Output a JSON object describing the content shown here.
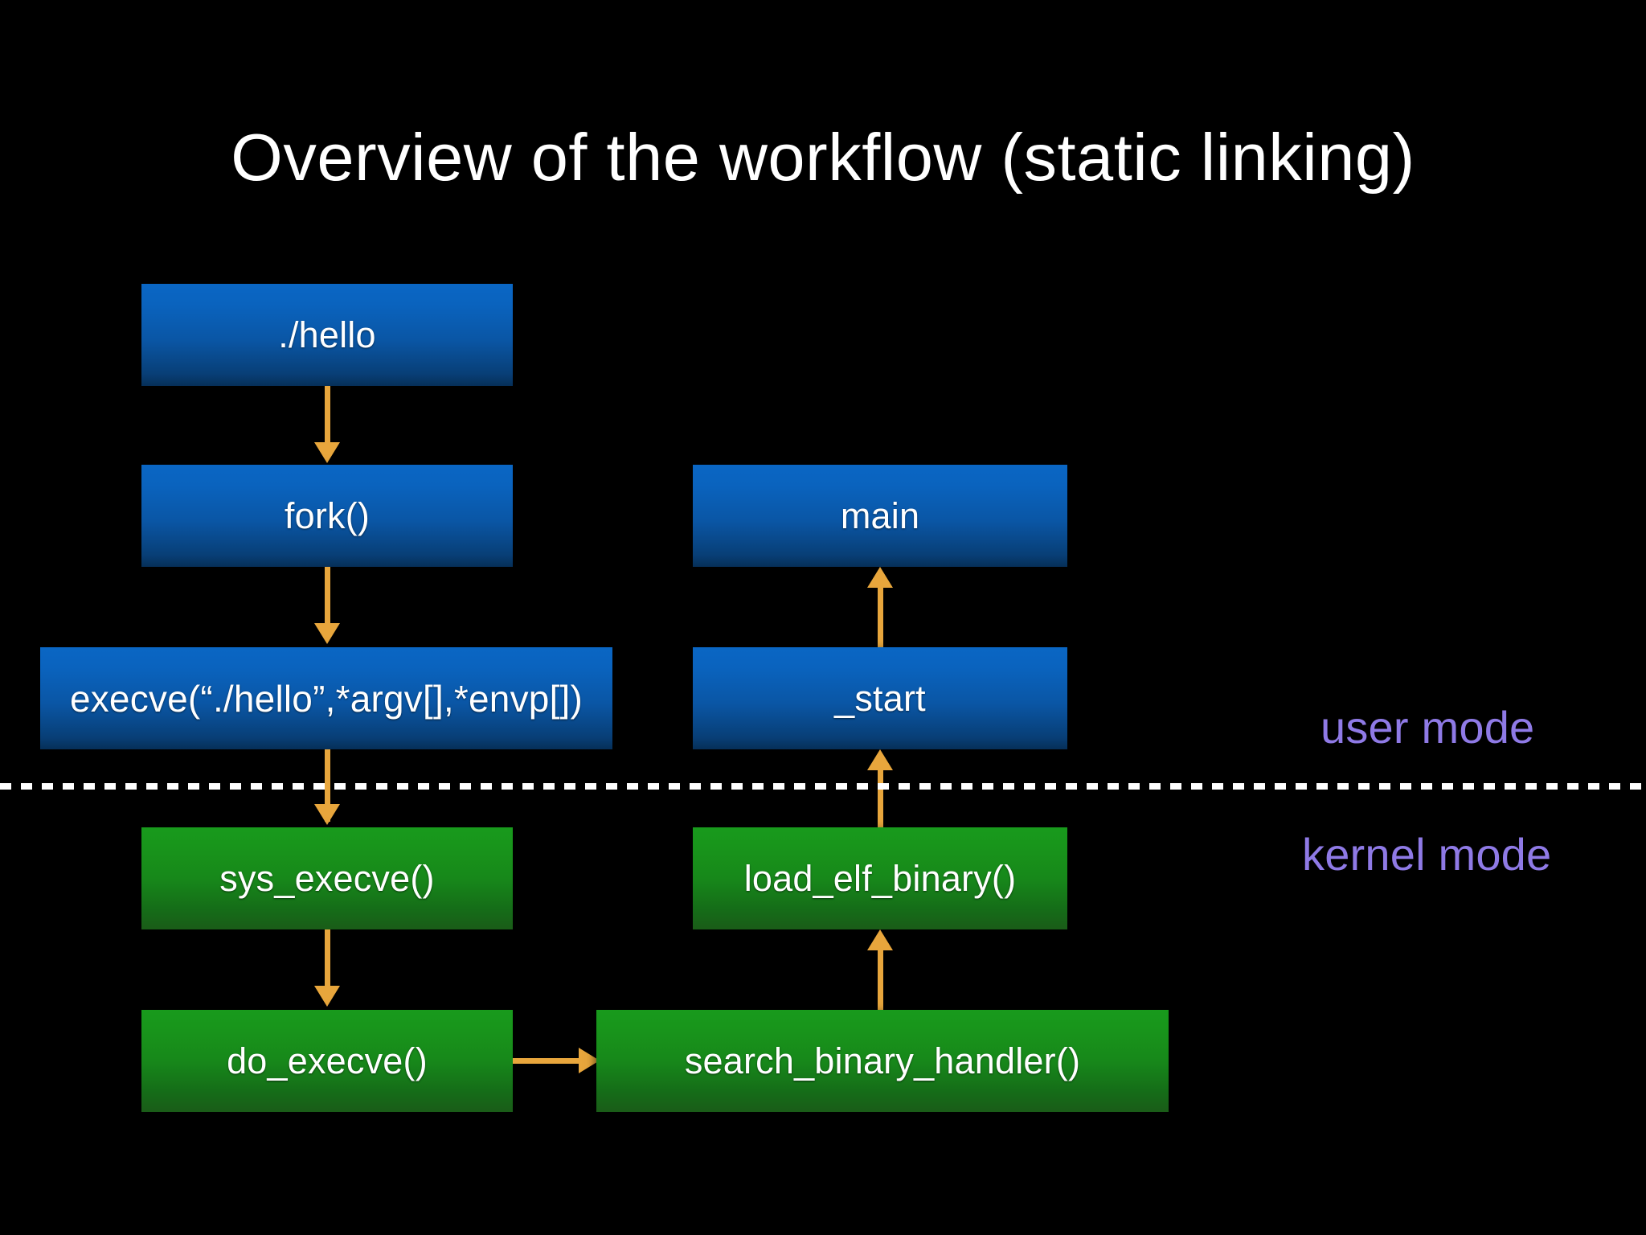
{
  "slide": {
    "title": "Overview of the workflow (static linking)",
    "background_color": "#000000",
    "title_color": "#ffffff"
  },
  "palette": {
    "blue_box_top": "#0a66c4",
    "blue_box_bottom": "#062f58",
    "green_box_top": "#189a1c",
    "green_box_bottom": "#1a5c18",
    "arrow_color": "#e8a63c",
    "mode_label_color": "#8f7ae6",
    "divider_color": "#ffffff"
  },
  "nodes": [
    {
      "id": "hello",
      "label": "./hello",
      "color": "blue"
    },
    {
      "id": "fork",
      "label": "fork()",
      "color": "blue"
    },
    {
      "id": "execve",
      "label": "execve(“./hello”,*argv[],*envp[])",
      "color": "blue"
    },
    {
      "id": "sys_execve",
      "label": "sys_execve()",
      "color": "green"
    },
    {
      "id": "do_execve",
      "label": "do_execve()",
      "color": "green"
    },
    {
      "id": "search_binary_handler",
      "label": "search_binary_handler()",
      "color": "green"
    },
    {
      "id": "load_elf_binary",
      "label": "load_elf_binary()",
      "color": "green"
    },
    {
      "id": "start",
      "label": "_start",
      "color": "blue"
    },
    {
      "id": "main",
      "label": "main",
      "color": "blue"
    }
  ],
  "flow_edges": [
    {
      "from": "hello",
      "to": "fork",
      "direction": "down"
    },
    {
      "from": "fork",
      "to": "execve",
      "direction": "down"
    },
    {
      "from": "execve",
      "to": "sys_execve",
      "direction": "down"
    },
    {
      "from": "sys_execve",
      "to": "do_execve",
      "direction": "down"
    },
    {
      "from": "do_execve",
      "to": "search_binary_handler",
      "direction": "right"
    },
    {
      "from": "search_binary_handler",
      "to": "load_elf_binary",
      "direction": "up"
    },
    {
      "from": "load_elf_binary",
      "to": "start",
      "direction": "up"
    },
    {
      "from": "start",
      "to": "main",
      "direction": "up"
    }
  ],
  "mode_labels": {
    "user": "user mode",
    "kernel": "kernel mode"
  }
}
